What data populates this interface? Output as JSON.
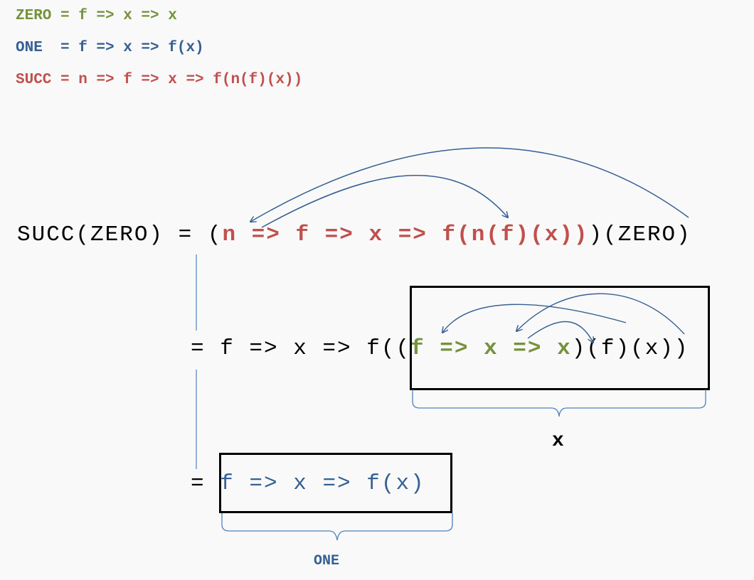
{
  "definitions": {
    "zero": "ZERO = f => x => x",
    "one": "ONE  = f => x => f(x)",
    "succ": "SUCC = n => f => x => f(n(f)(x))"
  },
  "derivation": {
    "line1": {
      "lhs": "SUCC(ZERO) = (",
      "body": "n => f => x => f(n(f)(x))",
      "tail": ")(ZERO)"
    },
    "line2": {
      "prefix": "= f => x => f(",
      "inner_open": "(",
      "inner_body": "f => x => x",
      "inner_tail": ")(f)(x))"
    },
    "line3": {
      "prefix": "=",
      "body": "f => x => f(x)"
    }
  },
  "brace_labels": {
    "x_label": "x",
    "one_label": "ONE"
  },
  "colors": {
    "zero": "#76923c",
    "one": "#366092",
    "succ": "#c0504d",
    "arrow": "#366092",
    "brace": "#4f81bd"
  }
}
